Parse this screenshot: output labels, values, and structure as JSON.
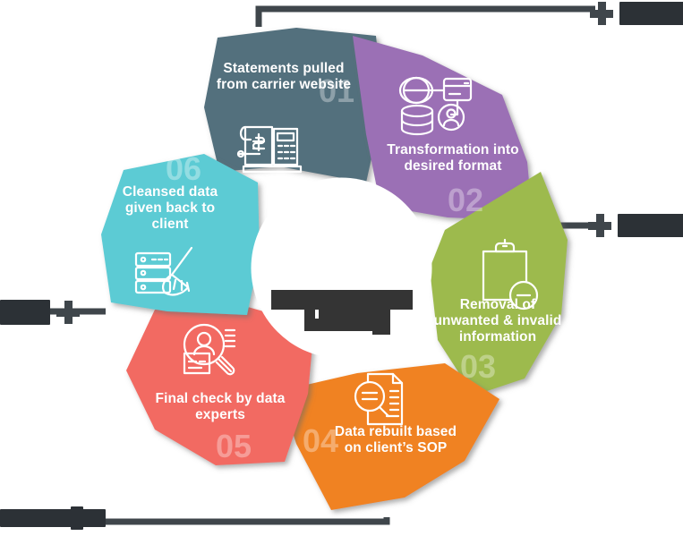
{
  "diagram": {
    "type": "circular-process-wheel",
    "title_center_redacted": true,
    "segments": [
      {
        "number": "01",
        "label": "Statements pulled from carrier website",
        "color": "#52707D",
        "icon": "invoice-calculator-icon"
      },
      {
        "number": "02",
        "label": "Transformation into desired format",
        "color": "#9B6FB5",
        "icon": "data-network-transform-icon"
      },
      {
        "number": "03",
        "label": "Removal of unwanted & invalid information",
        "color": "#9DBA4E",
        "icon": "clipboard-remove-icon"
      },
      {
        "number": "04",
        "label": "Data rebuilt based on client’s SOP",
        "color": "#F08223",
        "icon": "document-magnifier-icon"
      },
      {
        "number": "05",
        "label": "Final check by data experts",
        "color": "#F26B62",
        "icon": "person-review-magnifier-icon"
      },
      {
        "number": "06",
        "label": "Cleansed data given back to client",
        "color": "#5BCBD4",
        "icon": "server-broom-clean-icon"
      }
    ],
    "center": {
      "icon": "database-broom-cleanup-icon",
      "icon_color": "#F08223",
      "caption": "",
      "caption_state": "redacted"
    },
    "connectors": {
      "line_color": "#3f464b",
      "callouts": [
        {
          "position": "top-right",
          "text": "",
          "state": "redacted"
        },
        {
          "position": "right",
          "text": "",
          "state": "redacted"
        },
        {
          "position": "left",
          "text": "",
          "state": "redacted"
        },
        {
          "position": "bottom-left",
          "text": "",
          "state": "redacted"
        }
      ]
    }
  }
}
